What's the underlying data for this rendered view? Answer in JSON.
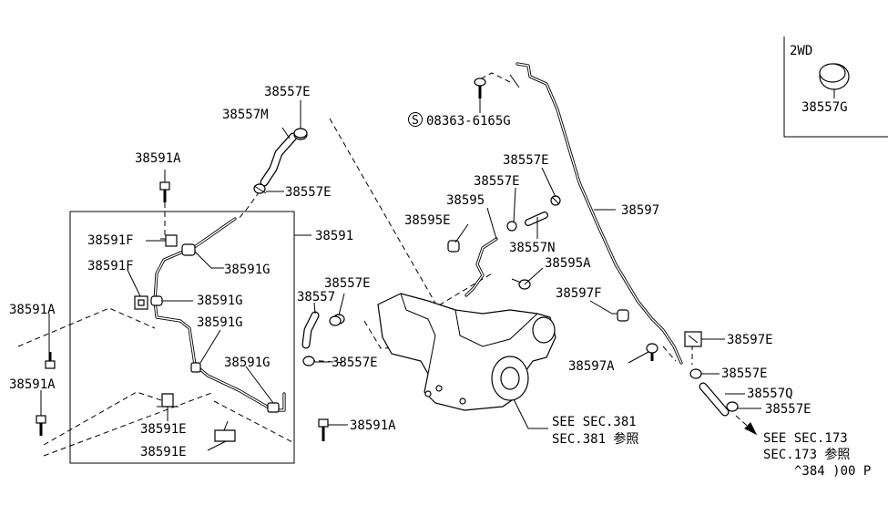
{
  "labels": {
    "l_38557E_top": "38557E",
    "l_38557M": "38557M",
    "l_38557E_2": "38557E",
    "l_38591A_1": "38591A",
    "l_38591": "38591",
    "l_38591F_1": "38591F",
    "l_38591G_1": "38591G",
    "l_38591F_2": "38591F",
    "l_38591G_2": "38591G",
    "l_38591A_2": "38591A",
    "l_38591G_3": "38591G",
    "l_38591A_3": "38591A",
    "l_38591G_4": "38591G",
    "l_38591E_1": "38591E",
    "l_38591E_2": "38591E",
    "l_38591A_4": "38591A",
    "l_38557E_3": "38557E",
    "l_38557": "38557",
    "l_38557E_4": "38557E",
    "l_08363": "08363-6165G",
    "l_38557E_5": "38557E",
    "l_38557E_6": "38557E",
    "l_38595": "38595",
    "l_38595E": "38595E",
    "l_38557N": "38557N",
    "l_38595A": "38595A",
    "l_38597": "38597",
    "l_38597F": "38597F",
    "l_38597E": "38597E",
    "l_38597A": "38597A",
    "l_38557E_7": "38557E",
    "l_38557Q": "38557Q",
    "l_38557E_8": "38557E",
    "l_2wd": "2WD",
    "l_38557G": "38557G",
    "s_symbol": "S"
  },
  "references": {
    "sec381_line1": "SEE SEC.381",
    "sec381_line2": "SEC.381 参照",
    "sec173_line1": "SEE SEC.173",
    "sec173_line2": "SEC.173 参照"
  },
  "footer": {
    "diagram_code": "^384 )00 P"
  }
}
